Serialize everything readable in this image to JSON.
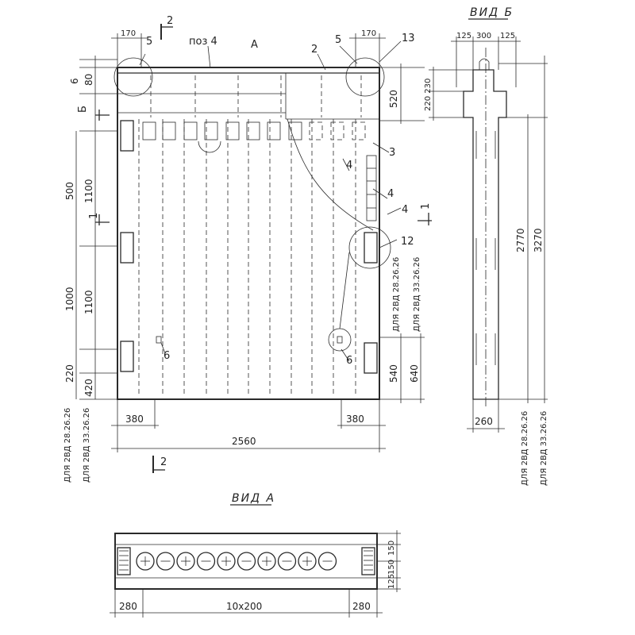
{
  "labels": {
    "view_b_title": "ВИД Б",
    "view_a_title": "ВИД А",
    "mark_a": "А",
    "section_2": "2",
    "section_b": "Б",
    "section_1": "1",
    "pos4": "поз 4",
    "callout_5": "5",
    "callout_13": "13",
    "callout_2": "2",
    "callout_3": "3",
    "callout_4": "4",
    "callout_12": "12",
    "callout_6": "6",
    "note_28": "ДЛЯ 2ВД 28.26.26",
    "note_33": "ДЛЯ 2ВД 33.26.26"
  },
  "dims": {
    "d170": "170",
    "d80": "80",
    "d6": "6",
    "d520": "520",
    "d500": "500",
    "d1100": "1100",
    "d1000": "1000",
    "d220": "220",
    "d420": "420",
    "d380": "380",
    "d2560": "2560",
    "d540": "540",
    "d640": "640",
    "d125": "125",
    "d300": "300",
    "d220_230": "220 230",
    "d2770": "2770",
    "d3270": "3270",
    "d260": "260",
    "d280": "280",
    "d10x200": "10х200",
    "d150": "150",
    "d25": "125"
  }
}
